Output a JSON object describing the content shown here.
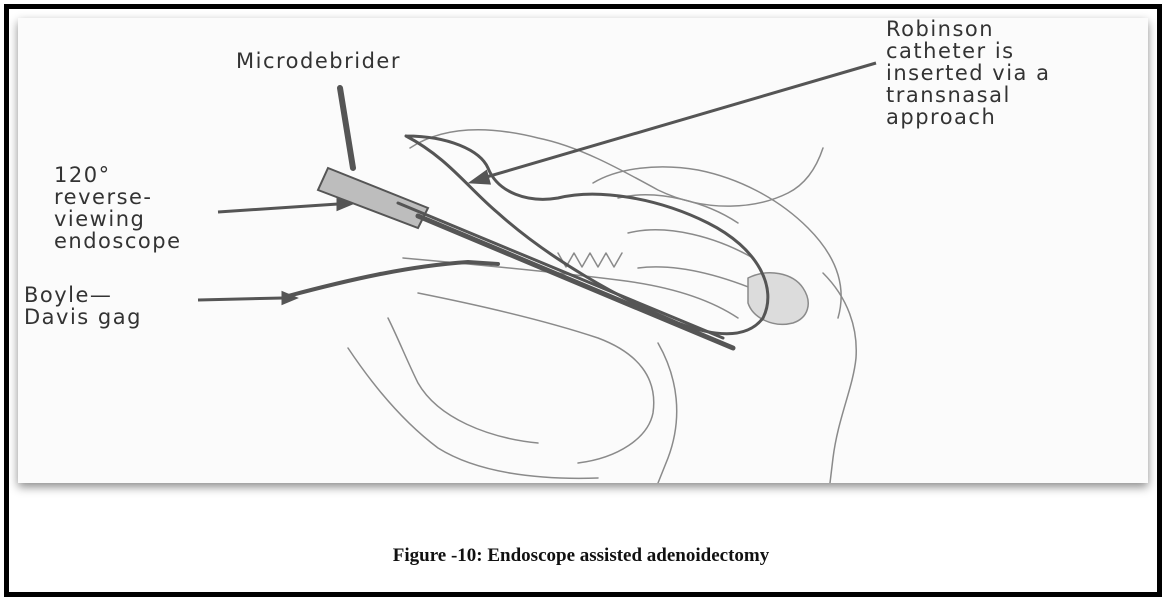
{
  "labels": {
    "microdebrider": "Microdebrider",
    "endoscope": [
      "120°",
      "reverse-",
      "viewing",
      "endoscope"
    ],
    "gag": [
      "Boyle—",
      "Davis gag"
    ],
    "catheter": [
      "Robinson",
      "catheter is",
      "inserted via a",
      "transnasal",
      "approach"
    ]
  },
  "caption": "Figure -10: Endoscope assisted adenoidectomy",
  "colors": {
    "frame": "#000000",
    "ink": "#333333",
    "panel": "#fbfbfb"
  }
}
